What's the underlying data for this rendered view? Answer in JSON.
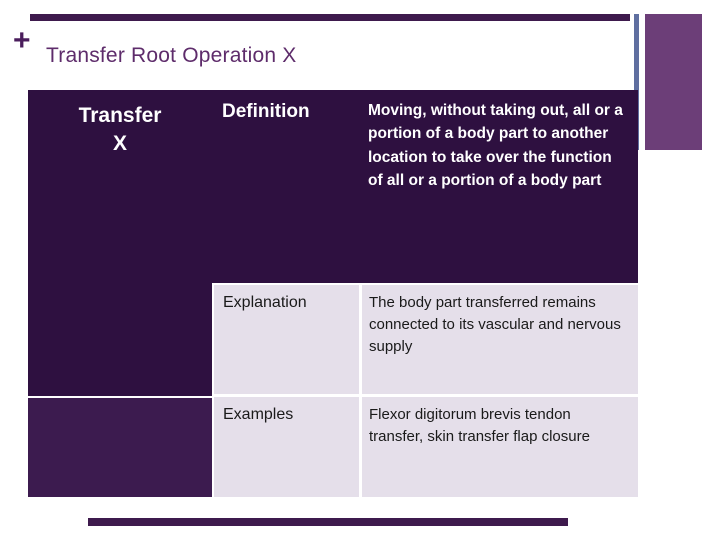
{
  "slide": {
    "plus": "+",
    "title": "Transfer Root Operation X"
  },
  "table": {
    "header_col": {
      "line1": "Transfer",
      "line2": "X"
    },
    "rows": [
      {
        "label": "Definition",
        "text": "Moving, without taking out, all or a portion of a body part to another location to take over the function of all or a portion of a body part"
      },
      {
        "label": "Explanation",
        "text": "The body part transferred remains connected to its vascular and nervous supply"
      },
      {
        "label": "Examples",
        "text": "Flexor digitorum brevis tendon transfer, skin transfer flap closure"
      }
    ]
  },
  "colors": {
    "dark_purple": "#2E1040",
    "dark_purple_alt": "#3C1B4F",
    "lavender": "#E5DFEA",
    "title_purple": "#5E2C6B",
    "plus_purple": "#4A1D5C",
    "accent_rect_purple": "#6C3E78",
    "slate_line": "#5F6FA0",
    "bar_purple": "#3E1A4D"
  }
}
